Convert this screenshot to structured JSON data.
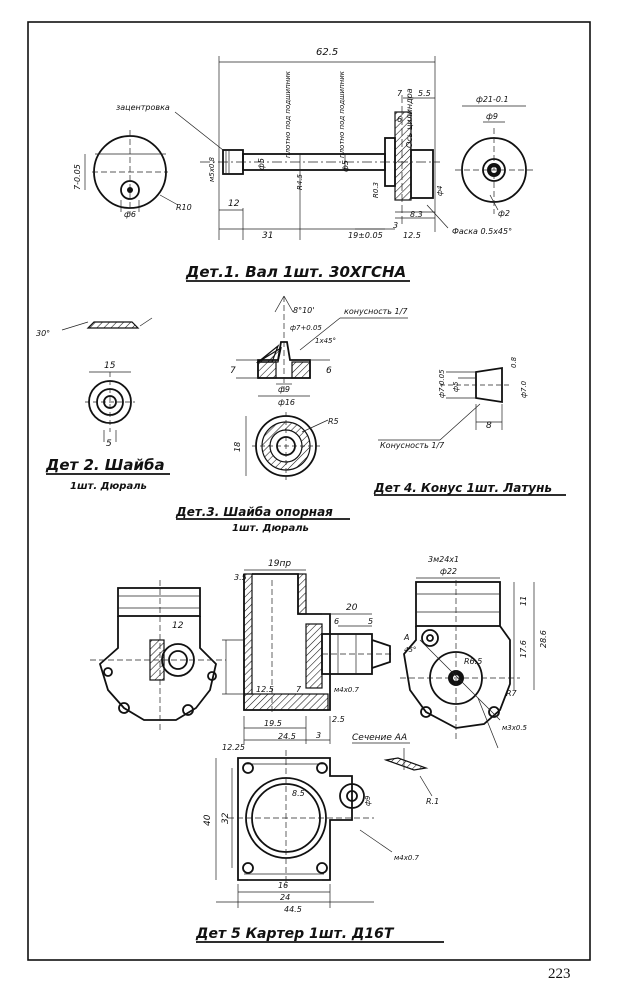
{
  "captions": {
    "det1": "Дет.1. Вал 1шт. 30ХГСНА",
    "det2": "Дет 2. Шайба",
    "det2_sub": "1шт. Дюраль",
    "det3": "Дет.3. Шайба опорная",
    "det3_sub": "1шт. Дюраль",
    "det4": "Дет 4. Конус 1шт. Латунь",
    "det5": "Дет 5 Картер 1шт. Д16Т"
  },
  "det1": {
    "overall": "62.5",
    "note_center": "зацентровка",
    "note_bearing1": "плотно под подшипник",
    "note_bearing2": "плотно под подшипник",
    "note_axis": "Ось цилиндра",
    "chamfer": "Фаска 0.5x45°",
    "d_305": "7-0.05",
    "d_thread": "м5x0.8",
    "d_5a": "ф5",
    "d_5b": "ф5",
    "d_r10": "R10",
    "d_6": "ф6",
    "d_12": "12",
    "d_31": "31",
    "d_19": "19±0.05",
    "d_3": "3",
    "d_125": "12.5",
    "d_7": "7",
    "d_55": "5.5",
    "d_6b": "6",
    "d_83": "8.3",
    "d_21": "ф21-0.1",
    "d_9": "ф9",
    "d_2": "ф2",
    "d_4": "ф4",
    "d_r03": "R0.3",
    "d_r45": "R4.5"
  },
  "det2": {
    "d_15": "15",
    "d_5": "5",
    "d_30": "30°"
  },
  "det3": {
    "taper": "конусность 1/7",
    "angle": "8°10'",
    "d_7top": "ф7+0.05",
    "chamfer": "1x45°",
    "d_7": "7",
    "d_6": "6",
    "d_9": "ф9",
    "d_16": "ф16",
    "d_18": "18",
    "d_r5": "R5"
  },
  "det4": {
    "taper": "Конусность 1/7",
    "d_7": "ф7-0.05",
    "d_5": "ф5",
    "d_08": "0.8",
    "d_8": "8",
    "d_670": "ф7.0"
  },
  "det5": {
    "d_19": "19пр",
    "d_35": "3.5",
    "d_12": "12",
    "d_20": "20",
    "d_6": "6",
    "d_5": "5",
    "d_125": "12.5",
    "d_7": "7",
    "d_195": "19.5",
    "d_245": "24.5",
    "d_25": "2.5",
    "d_3": "3",
    "d_m4": "м4x0.7",
    "d_m24": "3м24x1",
    "d_22": "ф22",
    "d_11": "11",
    "d_176": "17.6",
    "d_286": "28.6",
    "d_r65": "R6.5",
    "d_r7": "R7",
    "d_m3": "м3x0.5",
    "section": "Сечение АА",
    "d_1225": "12.25",
    "d_40": "40",
    "d_32": "32",
    "d_85": "8.5",
    "d_r1": "R.1",
    "d_16": "16",
    "d_24": "24",
    "d_445": "44.5",
    "d_9": "ф9",
    "d_m4b": "м4x0.7",
    "d_A": "А",
    "d_45": "45°"
  },
  "page_number": "223"
}
